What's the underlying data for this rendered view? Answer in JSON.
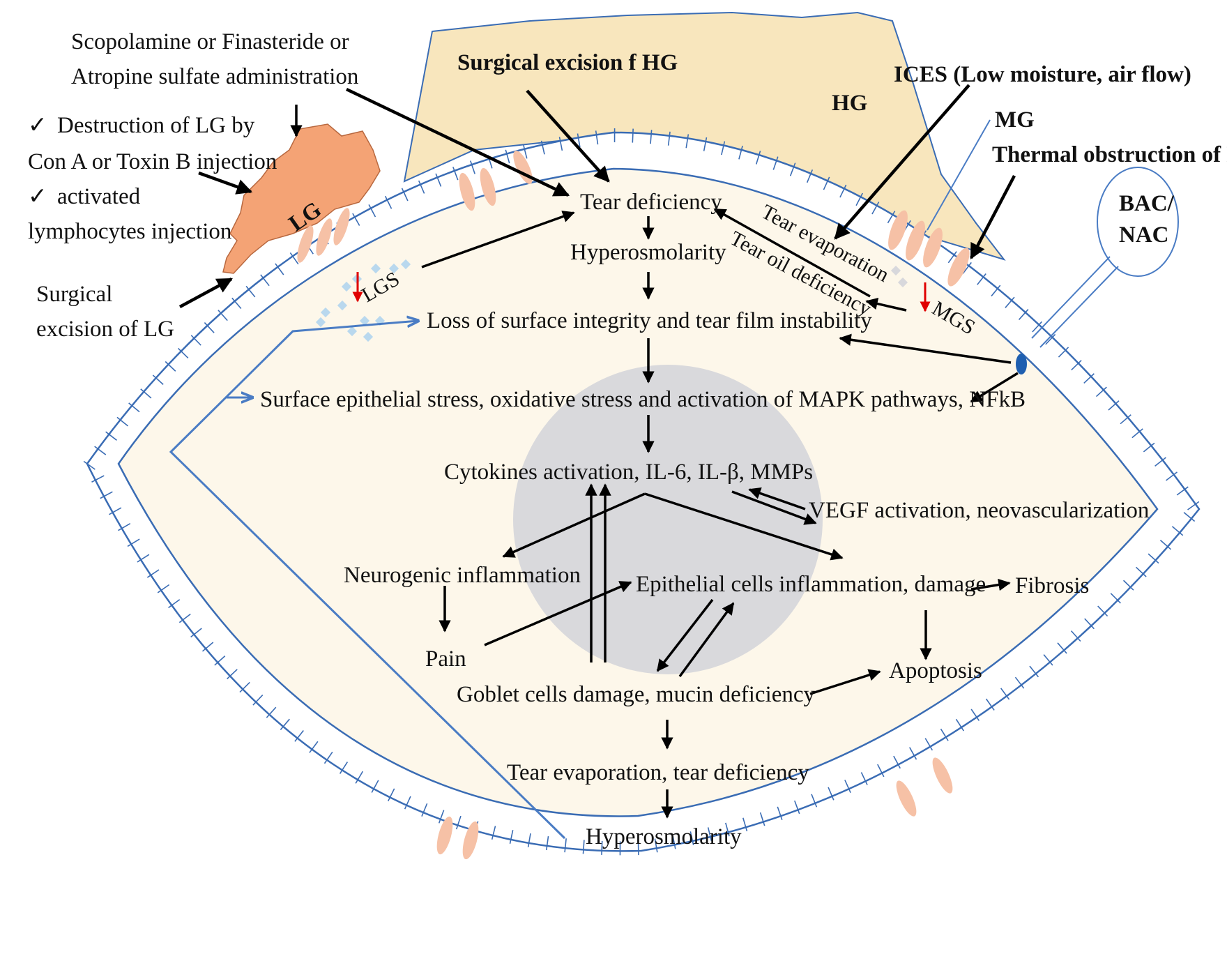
{
  "colors": {
    "eye_fill": "#fdf7ea",
    "hg_fill": "#f8e6bd",
    "lg_fill": "#f4a375",
    "gland_pink": "#f6c1a6",
    "center_gray": "#d9d9dc",
    "eye_outline": "#3a6cb4",
    "droplet": "#b9d8ee",
    "dot_blue": "#1f5fb0"
  },
  "labels": {
    "scopolamine": [
      "Scopolamine or Finasteride or",
      "Atropine sulfate administration"
    ],
    "check_mark": "✓",
    "destruction_lg": [
      "Destruction of LG by",
      "Con A or Toxin B injection"
    ],
    "activated": [
      "activated",
      "lymphocytes   injection"
    ],
    "surgical_lg": [
      "Surgical",
      "excision  of LG"
    ],
    "lg": "LG",
    "lgs": "LGS",
    "surgical_hg": "Surgical excision f HG",
    "hg": "HG",
    "ices": "ICES (Low moisture, air flow)",
    "mg": "MG",
    "thermal_mg": "Thermal obstruction of MG",
    "bac_nac": [
      "BAC/",
      "NAC"
    ],
    "mgs": "MGS",
    "tear_evaporation_diag": "Tear evaporation",
    "tear_oil_deficiency": "Tear oil deficiency",
    "tear_deficiency": "Tear deficiency",
    "hyperosmolarity_top": "Hyperosmolarity",
    "loss_surface": "Loss of surface integrity and tear film instability",
    "surface_stress": "Surface epithelial stress, oxidative stress and activation of MAPK pathways, NFkB",
    "cytokines": "Cytokines  activation,  IL-6,  IL-β,  MMPs",
    "vegf": "VEGF activation, neovascularization",
    "neurogenic": "Neurogenic  inflammation",
    "epithelial": "Epithelial cells inflammation, damage",
    "fibrosis": "Fibrosis",
    "pain": "Pain",
    "apoptosis": "Apoptosis",
    "goblet": "Goblet cells damage,  mucin deficiency",
    "tear_evap_deficiency": "Tear evaporation,  tear deficiency",
    "hyperosmolarity_bottom": "Hyperosmolarity"
  }
}
